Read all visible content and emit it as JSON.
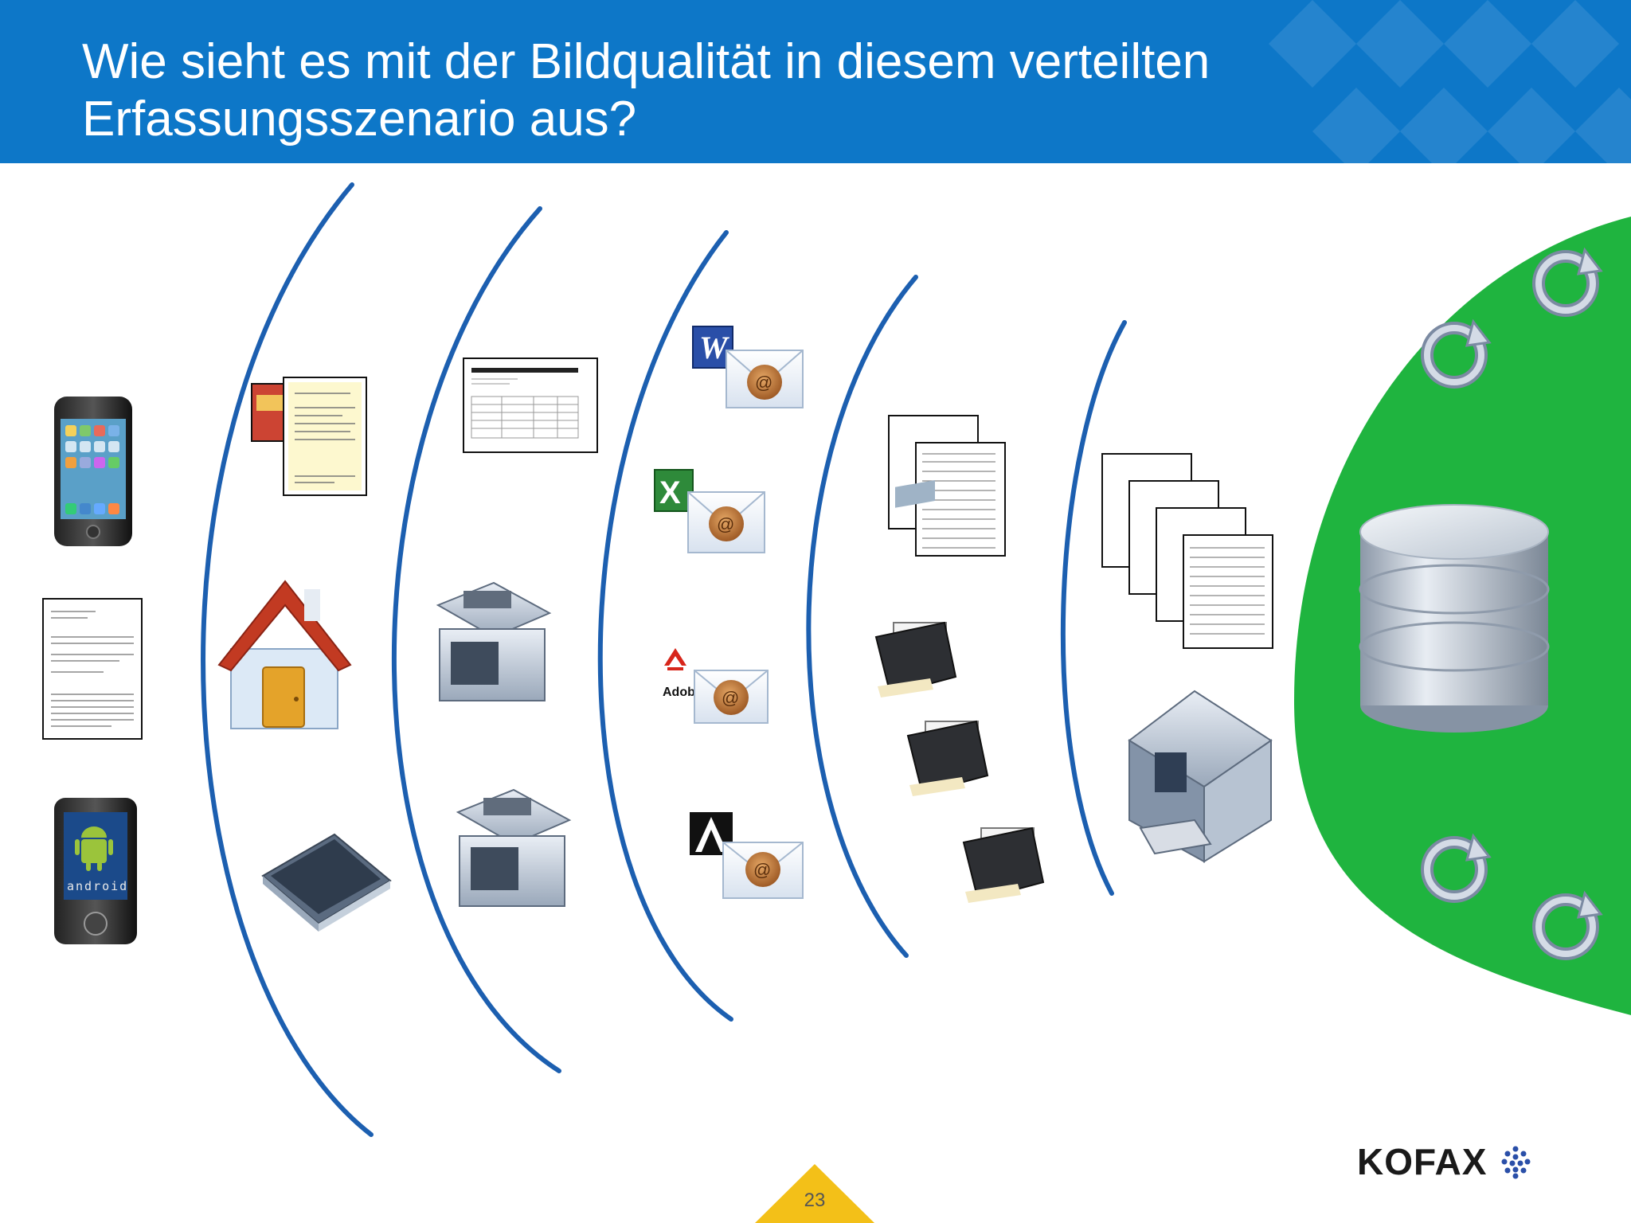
{
  "slide": {
    "title_line1": "Wie sieht es mit der Bildqualität in diesem verteilten",
    "title_line2": "Erfassungsszenario aus?",
    "page_number": "23",
    "brand": "KOFAX"
  },
  "icons": {
    "adobe_label": "Adobe",
    "android_label": "android"
  },
  "colors": {
    "header": "#0d77c8",
    "arc": "#1c5fb0",
    "green_disk": "#1fb43f",
    "page_badge": "#f3c018"
  }
}
